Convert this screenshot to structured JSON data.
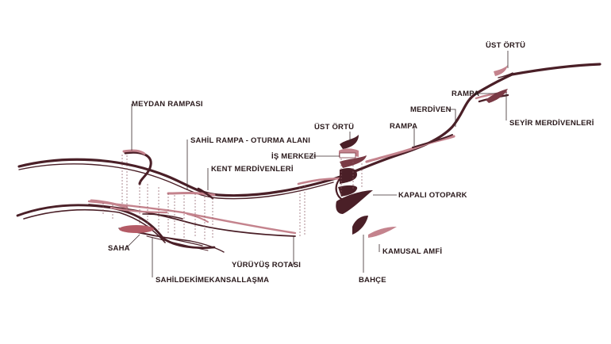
{
  "labels": {
    "ust_ortu_right": "ÜST ÖRTÜ",
    "rampa_right": "RAMPA",
    "seyir_merdivenleri": "SEYİR MERDİVENLERİ",
    "merdiven": "MERDİVEN",
    "rampa_mid": "RAMPA",
    "meydan_rampasi": "MEYDAN RAMPASI",
    "ust_ortu_mid": "ÜST ÖRTÜ",
    "sahil_rampa": "SAHİL RAMPA - OTURMA ALANI",
    "is_merkezi": "İŞ MERKEZİ",
    "kent_merdivenleri": "KENT MERDİVENLERİ",
    "kapali_otopark": "KAPALI OTOPARK",
    "saha": "SAHA",
    "kamusal_amfi": "KAMUSAL AMFİ",
    "yuruyus_rotasi": "YÜRÜYÜŞ ROTASI",
    "bahce": "BAHÇE",
    "sahil_mekan": "SAHİLDEKİMEKANSALLAŞMA"
  },
  "colors": {
    "dark": "#4a1f27",
    "mid": "#7a3a45",
    "light": "#c4838d",
    "text": "#2a1a1c"
  }
}
